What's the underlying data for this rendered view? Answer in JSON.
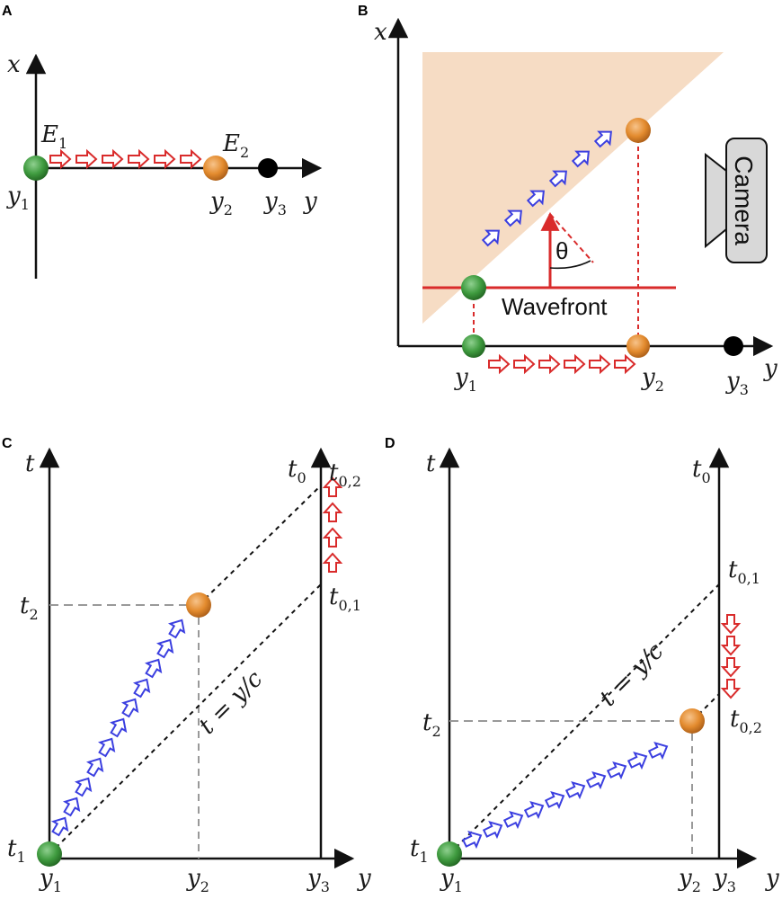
{
  "panels": {
    "a": "A",
    "b": "B",
    "c": "C",
    "d": "D"
  },
  "labels": {
    "x": "x",
    "y": "y",
    "t": "t",
    "E": "E",
    "one": "1",
    "two": "2",
    "three": "3",
    "zero": "0",
    "zero_one": "0,1",
    "zero_two": "0,2",
    "theta": "θ",
    "wavefront": "Wavefront",
    "camera": "Camera",
    "relation": "t = y/c"
  },
  "colors": {
    "green": "#3f9b3f",
    "orange": "#e38b2e",
    "red": "#d92b2b",
    "blue": "#3b3fe0",
    "tri": "#f6dcc4",
    "cam_fill": "#d8d8d8"
  },
  "icons": {
    "camera": "camera-icon",
    "red_arrow": "hollow-red-arrow",
    "blue_arrow": "hollow-blue-arrow"
  }
}
